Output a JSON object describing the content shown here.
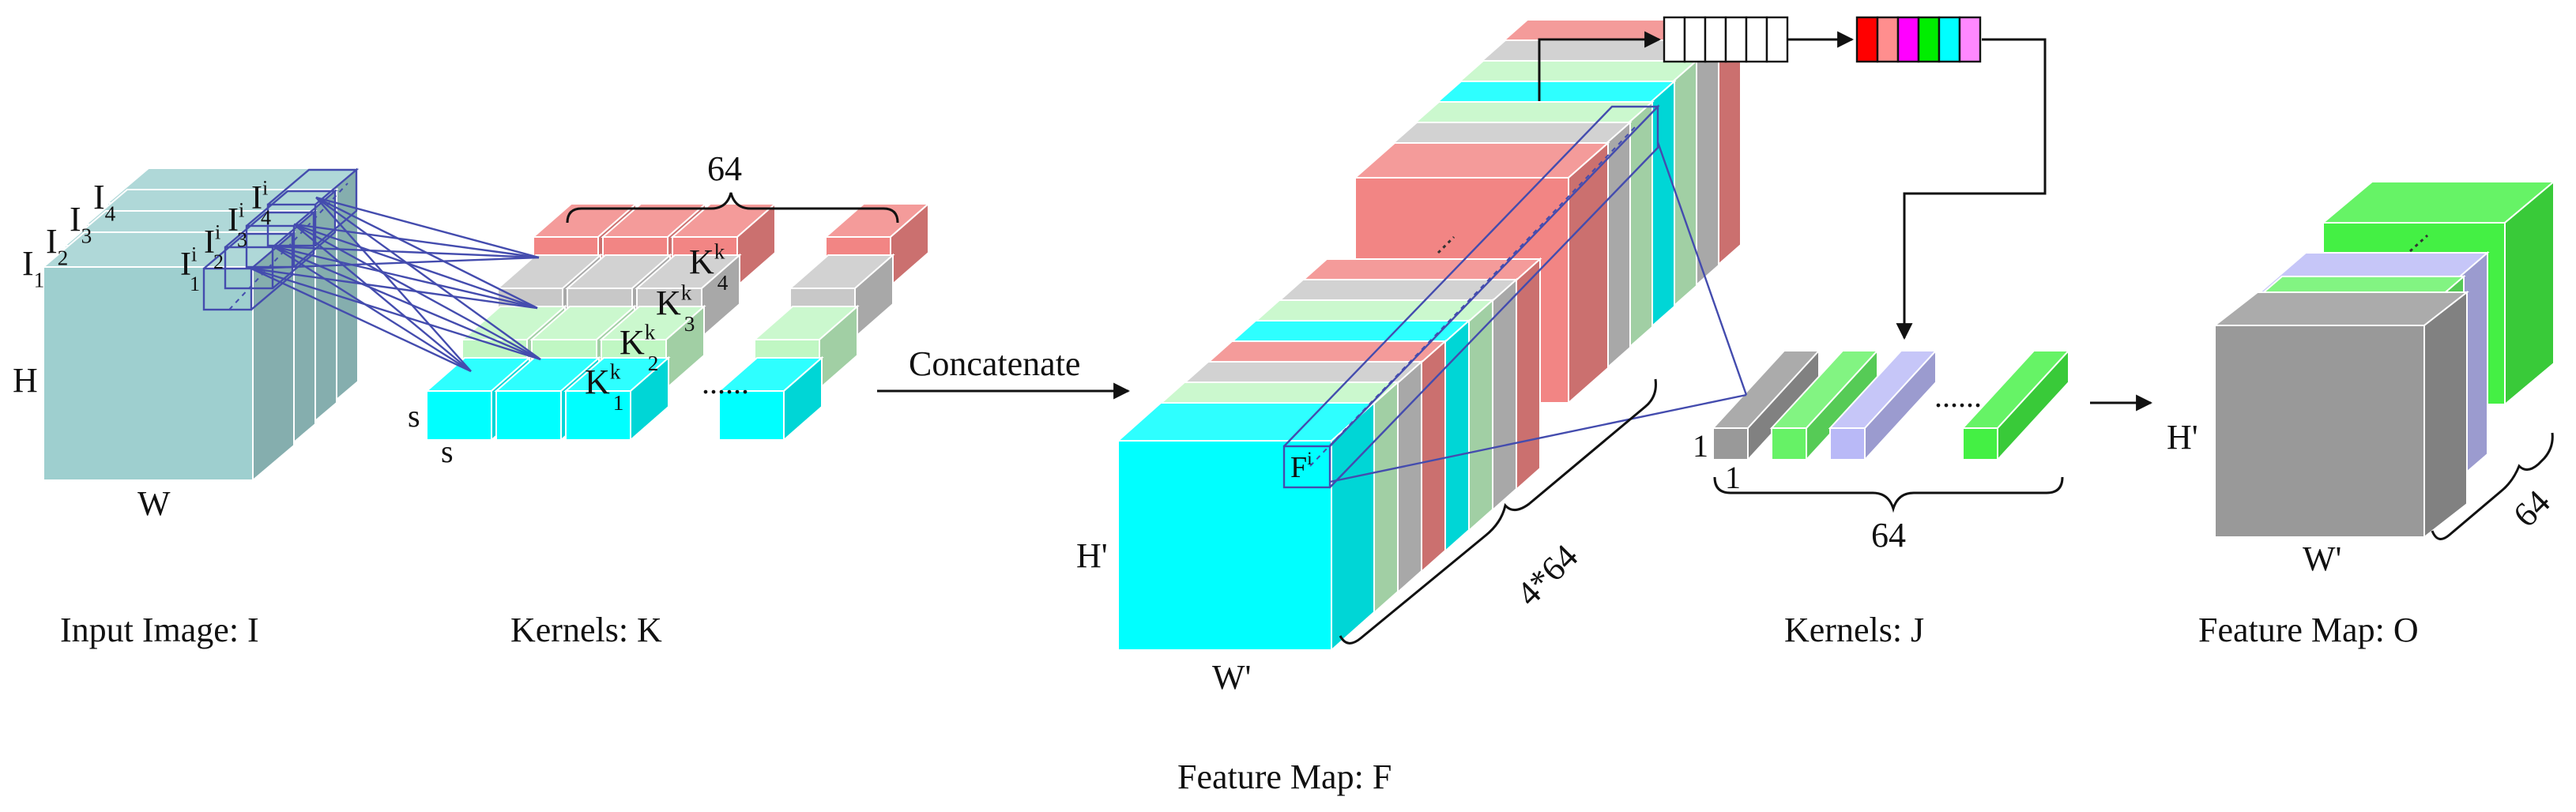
{
  "labels": {
    "input_image": "Input Image: I",
    "kernels_k": "Kernels: K",
    "concatenate": "Concatenate",
    "feature_map_f": "Feature Map: F",
    "kernels_j": "Kernels: J",
    "feature_map_o": "Feature Map: O",
    "count_64": "64",
    "count_4x64": "4*64",
    "dim_h": "H",
    "dim_w": "W",
    "dim_h_prime": "H'",
    "dim_w_prime": "W'",
    "dim_s": "s",
    "dim_1": "1",
    "dots": "......"
  },
  "input_channels": [
    {
      "base": "I",
      "sub": "1"
    },
    {
      "base": "I",
      "sub": "2"
    },
    {
      "base": "I",
      "sub": "3"
    },
    {
      "base": "I",
      "sub": "4"
    }
  ],
  "patch_channels": [
    {
      "base": "I",
      "sub": "1",
      "sup": "i"
    },
    {
      "base": "I",
      "sub": "2",
      "sup": "i"
    },
    {
      "base": "I",
      "sub": "3",
      "sup": "i"
    },
    {
      "base": "I",
      "sub": "4",
      "sup": "i"
    }
  ],
  "kernel_labels": [
    {
      "base": "K",
      "sub": "1",
      "sup": "k"
    },
    {
      "base": "K",
      "sub": "2",
      "sup": "k"
    },
    {
      "base": "K",
      "sub": "3",
      "sup": "k"
    },
    {
      "base": "K",
      "sub": "4",
      "sup": "k"
    }
  ],
  "patch_f": {
    "base": "F",
    "sup": "i"
  },
  "colors": {
    "teal": "#9ecfcf",
    "cyan": "#00ffff",
    "light_green": "#c0f7c3",
    "gray_light": "#c8c8c8",
    "salmon": "#f28584",
    "gray_dark": "#999999",
    "green": "#66f266",
    "lavender": "#b9b9f7",
    "bright_green": "#44f044",
    "wire": "#444cae",
    "queue_colored": [
      "#ff0000",
      "#ff8e8e",
      "#ff00ff",
      "#00ee00",
      "#00ffff",
      "#ff88ff"
    ]
  }
}
